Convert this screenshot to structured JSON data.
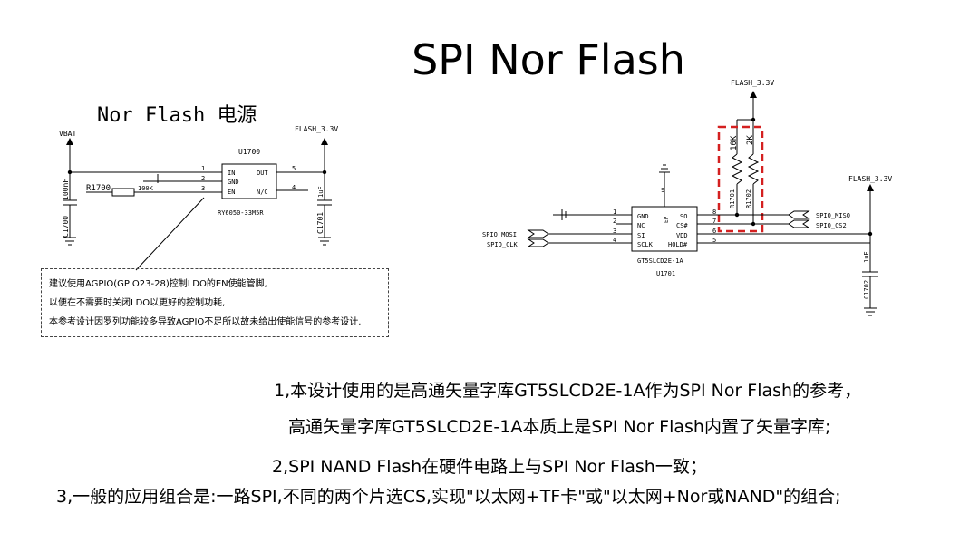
{
  "slide_title": "SPI Nor Flash",
  "left_circuit": {
    "heading": "Nor Flash 电源",
    "vbat": "VBAT",
    "flash_rail": "FLASH_3.3V",
    "r1700": "R1700",
    "r1700_value": "100K",
    "c1700": "C1700",
    "c1700_value": "100nF",
    "c1701": "C1701",
    "c1701_value": "1uF",
    "ic_ref": "U1700",
    "ic_part": "RY6050-33M5R",
    "pin_numbers": [
      "1",
      "2",
      "3",
      "5",
      "4"
    ],
    "pin_names": [
      "IN",
      "GND",
      "EN",
      "OUT",
      "N/C"
    ]
  },
  "note": {
    "lines": [
      "建议使用AGPIO(GPIO23-28)控制LDO的EN使能管脚,",
      "以便在不需要时关闭LDO以更好的控制功耗,",
      "本参考设计因罗列功能较多导致AGPIO不足所以故未给出使能信号的参考设计."
    ]
  },
  "right_circuit": {
    "rail_top": "FLASH_3.3V",
    "rail_right": "FLASH_3.3V",
    "r1701": "R1701",
    "r1701_value": "10K",
    "r1702": "R1702",
    "r1702_value": "2K",
    "ic_ref": "U1701",
    "ic_part": "GT5SLCD2E-1A",
    "ep_pin": "9",
    "ep_label": "EP",
    "left_pin_numbers": [
      "1",
      "2",
      "3",
      "4"
    ],
    "left_pin_names": [
      "GND",
      "NC",
      "SI",
      "SCLK"
    ],
    "right_pin_numbers": [
      "8",
      "7",
      "6",
      "5"
    ],
    "right_pin_names": [
      "SO",
      "CS#",
      "VDD",
      "HOLD#"
    ],
    "net_mosi": "SPIO_MOSI",
    "net_clk": "SPIO_CLK",
    "net_miso": "SPIO_MISO",
    "net_cs2": "SPIO_CS2",
    "c1702": "C1702",
    "c1702_value": "1uF",
    "highlight_color": "#d42020"
  },
  "description": {
    "line1": "1,本设计使用的是高通矢量字库GT5SLCD2E-1A作为SPI Nor Flash的参考，",
    "line2": "高通矢量字库GT5SLCD2E-1A本质上是SPI Nor Flash内置了矢量字库;",
    "line3": "2,SPI  NAND  Flash在硬件电路上与SPI Nor Flash一致；",
    "line4": "3,一般的应用组合是:一路SPI,不同的两个片选CS,实现\"以太网+TF卡\"或\"以太网+Nor或NAND\"的组合;"
  }
}
